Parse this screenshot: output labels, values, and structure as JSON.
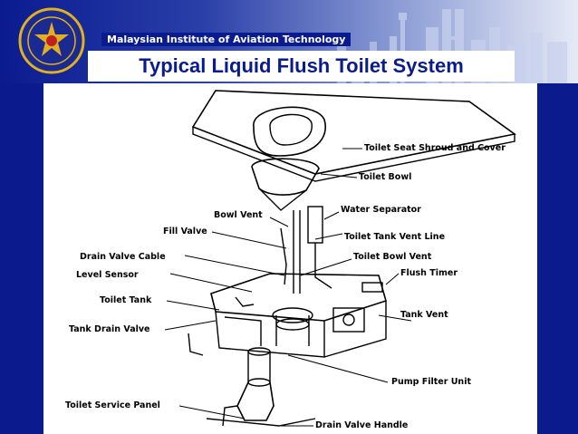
{
  "header": {
    "institute": "Malaysian Institute of Aviation Technology",
    "title": "Typical Liquid Flush Toilet System",
    "logo_icon": "institute-seal-icon",
    "colors": {
      "background": "#0b1a8c",
      "title": "#0a1b90",
      "panel": "#ffffff"
    }
  },
  "diagram": {
    "labels": {
      "seat_shroud": "Toilet Seat Shroud and Cover",
      "toilet_bowl": "Toilet Bowl",
      "water_separator": "Water Separator",
      "bowl_vent": "Bowl Vent",
      "tank_vent_line": "Toilet Tank Vent Line",
      "fill_valve": "Fill Valve",
      "toilet_bowl_vent": "Toilet Bowl Vent",
      "drain_valve_cable": "Drain Valve Cable",
      "level_sensor": "Level Sensor",
      "flush_timer": "Flush Timer",
      "toilet_tank": "Toilet Tank",
      "tank_vent": "Tank Vent",
      "tank_drain_valve": "Tank Drain Valve",
      "pump_filter_unit": "Pump Filter Unit",
      "service_panel": "Toilet Service Panel",
      "drain_valve_handle": "Drain Valve Handle"
    }
  }
}
